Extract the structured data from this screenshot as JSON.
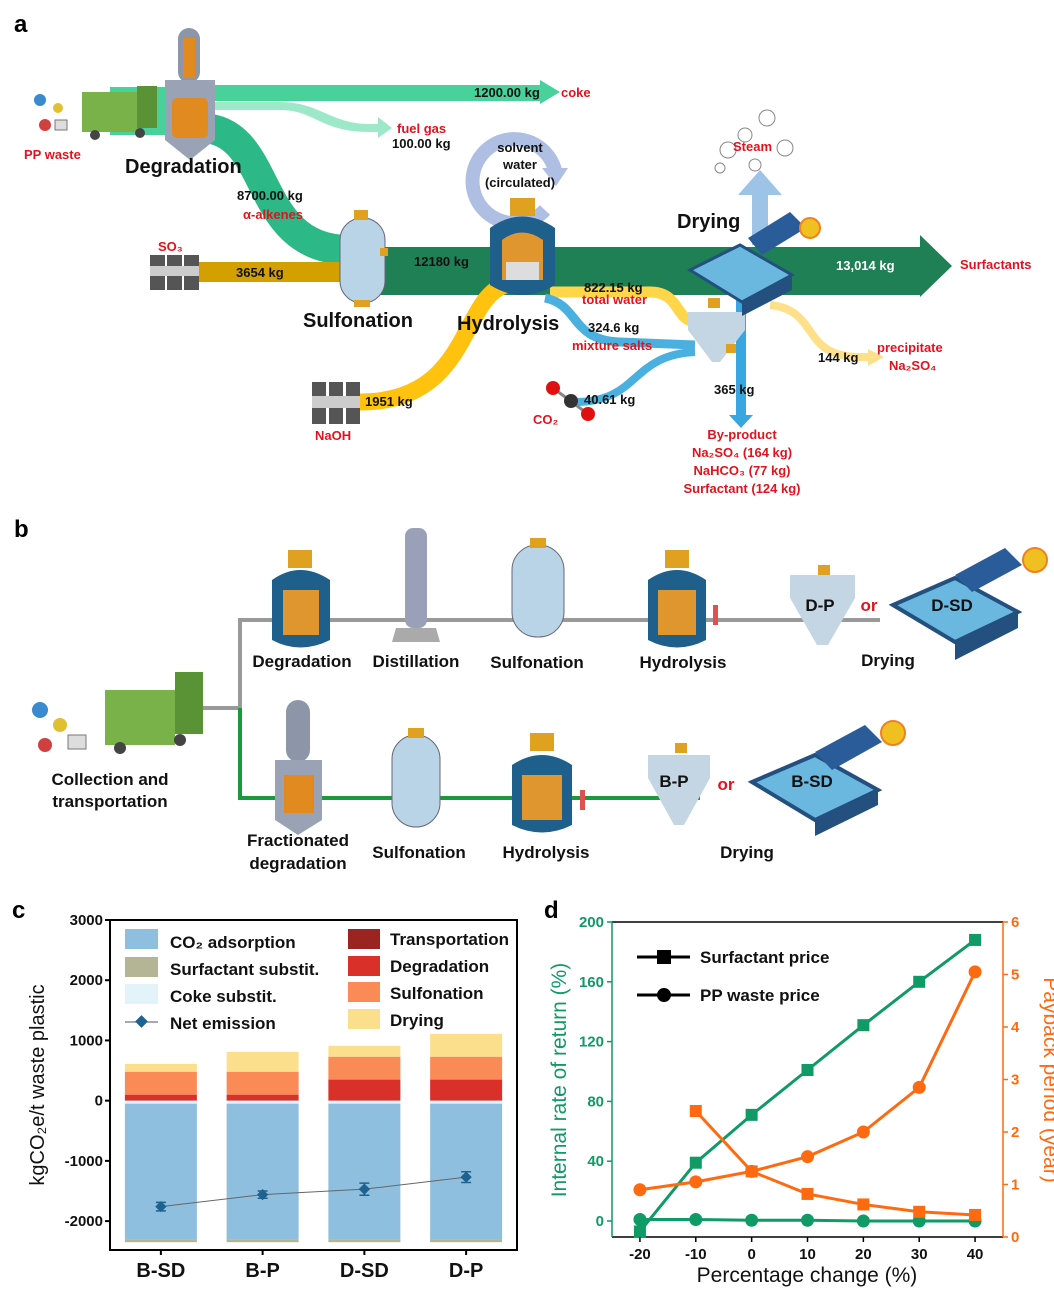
{
  "panel_a": {
    "label": "a",
    "pp_waste": "PP waste",
    "degradation": "Degradation",
    "coke_amount": "1200.00 kg",
    "coke": "coke",
    "fuel_gas": "fuel gas",
    "fuel_gas_amount": "100.00 kg",
    "alkenes_amount": "8700.00 kg",
    "alkenes": "α-alkenes",
    "so3": "SO₃",
    "so3_amount": "3654 kg",
    "sulfonation": "Sulfonation",
    "main_amount": "12180 kg",
    "solvent_lines": [
      "solvent",
      "water",
      "(circulated)"
    ],
    "hydrolysis": "Hydrolysis",
    "naoh_amount": "1951 kg",
    "naoh": "NaOH",
    "water_amount": "822.15 kg",
    "water": "total water",
    "salts_amount": "324.6 kg",
    "salts": "mixture salts",
    "co2_amount": "40.61 kg",
    "co2": "CO₂",
    "byproduct_amount": "365 kg",
    "byproduct_lines": [
      "By-product",
      "Na₂SO₄ (164 kg)",
      "NaHCO₃ (77 kg)",
      "Surfactant (124 kg)"
    ],
    "drying": "Drying",
    "steam": "Steam",
    "product_amount": "13,014 kg",
    "surfactants": "Surfactants",
    "precip_amount": "144 kg",
    "precip": "precipitate",
    "precip_salt": "Na₂SO₄"
  },
  "panel_b": {
    "label": "b",
    "collection": [
      "Collection and",
      "transportation"
    ],
    "top": {
      "degradation": "Degradation",
      "distillation": "Distillation",
      "sulfonation": "Sulfonation",
      "hydrolysis": "Hydrolysis",
      "dp": "D-P",
      "or": "or",
      "dsd": "D-SD",
      "drying": "Drying"
    },
    "bottom": {
      "fractionated": [
        "Fractionated",
        "degradation"
      ],
      "sulfonation": "Sulfonation",
      "hydrolysis": "Hydrolysis",
      "bp": "B-P",
      "or": "or",
      "bsd": "B-SD",
      "drying": "Drying"
    }
  },
  "colors": {
    "green": "#0f9a66",
    "orange": "#ff6a10"
  },
  "chart_data": [
    {
      "panel": "c",
      "type": "bar",
      "stacked": true,
      "categories": [
        "B-SD",
        "B-P",
        "D-SD",
        "D-P"
      ],
      "ylabel": "kgCO₂e/t waste plastic",
      "ylim": [
        -2480,
        3000
      ],
      "yticks": [
        3000,
        2000,
        1000,
        0,
        -1000,
        -2000
      ],
      "legend": "top",
      "series": [
        {
          "name": "CO₂ adsorption",
          "color": "#8fbfdf",
          "values": [
            -2250,
            -2250,
            -2250,
            -2250
          ]
        },
        {
          "name": "Surfactant substit.",
          "color": "#b3b594",
          "values": [
            -50,
            -50,
            -50,
            -50
          ]
        },
        {
          "name": "Coke substit.",
          "color": "#e3f3fa",
          "values": [
            -50,
            -50,
            -50,
            -50
          ]
        },
        {
          "name": "Transportation",
          "color": "#9b2420",
          "values": [
            5,
            5,
            5,
            5
          ]
        },
        {
          "name": "Degradation",
          "color": "#d9302a",
          "values": [
            95,
            95,
            345,
            345
          ]
        },
        {
          "name": "Sulfonation",
          "color": "#fb8b56",
          "values": [
            380,
            380,
            380,
            380
          ]
        },
        {
          "name": "Drying",
          "color": "#fcdf8d",
          "values": [
            130,
            330,
            180,
            380
          ]
        }
      ],
      "net_emission": {
        "name": "Net emission",
        "color": "#1e6290",
        "values": [
          -1760,
          -1560,
          -1470,
          -1270
        ],
        "errors": [
          70,
          60,
          100,
          90
        ]
      }
    },
    {
      "panel": "d",
      "type": "line",
      "x": [
        -20,
        -10,
        0,
        10,
        20,
        30,
        40
      ],
      "xlabel": "Percentage change (%)",
      "xlim": [
        -25,
        45
      ],
      "ylabel_left": "Internal rate of return (%)",
      "ylim_left": [
        -10.7,
        200
      ],
      "yticks_left": [
        0,
        40,
        80,
        120,
        160,
        200
      ],
      "ylabel_right": "Payback period (year)",
      "ylim_right": [
        0,
        6
      ],
      "yticks_right": [
        0,
        1,
        2,
        3,
        4,
        5,
        6
      ],
      "legend": "top-left",
      "legend_entries": [
        {
          "name": "Surfactant price",
          "marker": "square"
        },
        {
          "name": "PP waste price",
          "marker": "circle"
        }
      ],
      "series": [
        {
          "legend": "Surfactant price",
          "axis": "left",
          "marker": "square",
          "color": "#0f9a66",
          "values": [
            -7,
            39,
            71,
            101,
            131,
            160,
            188
          ]
        },
        {
          "legend": "PP waste price",
          "axis": "left",
          "marker": "circle",
          "color": "#0f9a66",
          "values": [
            1,
            1,
            0.5,
            0.5,
            0,
            0,
            0
          ]
        },
        {
          "legend": "Surfactant price",
          "axis": "right",
          "marker": "square",
          "color": "#ff6a10",
          "values": [
            null,
            2.4,
            1.25,
            0.82,
            0.62,
            0.48,
            0.42
          ]
        },
        {
          "legend": "PP waste price",
          "axis": "right",
          "marker": "circle",
          "color": "#ff6a10",
          "values": [
            0.9,
            1.05,
            1.25,
            1.53,
            2.0,
            2.85,
            5.05
          ]
        }
      ]
    }
  ]
}
